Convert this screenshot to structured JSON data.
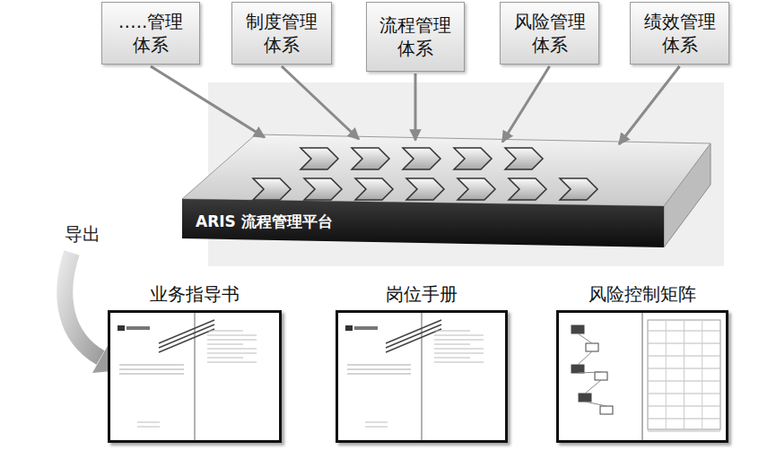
{
  "diagram": {
    "nodes": [
      {
        "text": [
          "…..管理 体系"
        ]
      },
      {
        "text": [
          "制度管理 体系"
        ]
      },
      {
        "text": [
          "流程管理 体系"
        ]
      },
      {
        "text": [
          "风险管理 体系"
        ]
      },
      {
        "text": [
          "绩效管理 体系"
        ]
      },
      {
        "text": [
          "ARIS 流程管理平台"
        ]
      },
      {
        "text": [
          "业务指导书"
        ]
      },
      {
        "text": [
          "岗位手册"
        ]
      },
      {
        "text": [
          "风险控制矩阵"
        ]
      }
    ],
    "edges": [
      {
        "from": 0,
        "to": 5,
        "arrow": "to"
      },
      {
        "from": 1,
        "to": 5,
        "arrow": "to"
      },
      {
        "from": 2,
        "to": 5,
        "arrow": "to"
      },
      {
        "from": 3,
        "to": 5,
        "arrow": "to"
      },
      {
        "from": 4,
        "to": 5,
        "arrow": "to"
      }
    ],
    "labels": [
      "导出"
    ]
  }
}
